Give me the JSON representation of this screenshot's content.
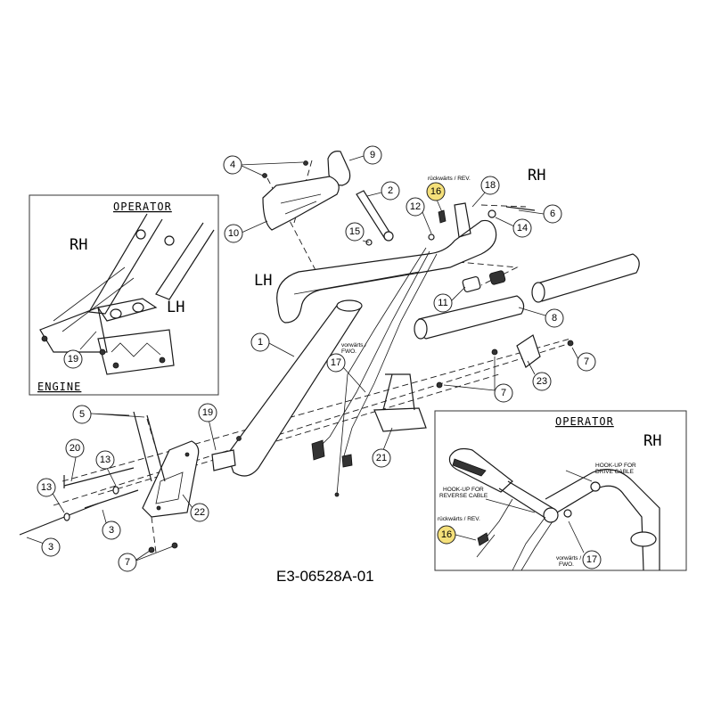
{
  "drawing": {
    "code": "E3-06528A-01",
    "side_rh": "RH",
    "side_lh": "LH",
    "inset_left": {
      "title": "OPERATOR",
      "rh": "RH",
      "lh": "LH",
      "engine": "ENGINE",
      "callout": "19"
    },
    "inset_right": {
      "title": "OPERATOR",
      "rh": "RH",
      "hookup_drive_1": "HOOK-UP FOR",
      "hookup_drive_2": "DRIVE CABLE",
      "hookup_reverse_1": "HOOK-UP FOR",
      "hookup_reverse_2": "REVERSE CABLE",
      "rev_label": "rückwärts / REV.",
      "fwd_label_1": "vorwärts /",
      "fwd_label_2": "FWO.",
      "callout_16": "16",
      "callout_17": "17"
    },
    "rev_label": "rückwärts / REV.",
    "fwd_label_1": "vorwärts /",
    "fwd_label_2": "FWO."
  },
  "callouts": [
    {
      "id": "c4",
      "label": "4",
      "highlight": false
    },
    {
      "id": "c9",
      "label": "9",
      "highlight": false
    },
    {
      "id": "c2",
      "label": "2",
      "highlight": false
    },
    {
      "id": "c16",
      "label": "16",
      "highlight": true
    },
    {
      "id": "c18",
      "label": "18",
      "highlight": false
    },
    {
      "id": "c12",
      "label": "12",
      "highlight": false
    },
    {
      "id": "c6",
      "label": "6",
      "highlight": false
    },
    {
      "id": "c14",
      "label": "14",
      "highlight": false
    },
    {
      "id": "c10",
      "label": "10",
      "highlight": false
    },
    {
      "id": "c15",
      "label": "15",
      "highlight": false
    },
    {
      "id": "c11",
      "label": "11",
      "highlight": false
    },
    {
      "id": "c8",
      "label": "8",
      "highlight": false
    },
    {
      "id": "c1",
      "label": "1",
      "highlight": false
    },
    {
      "id": "c17",
      "label": "17",
      "highlight": false
    },
    {
      "id": "c7a",
      "label": "7",
      "highlight": false
    },
    {
      "id": "c23",
      "label": "23",
      "highlight": false
    },
    {
      "id": "c7b",
      "label": "7",
      "highlight": false
    },
    {
      "id": "c5",
      "label": "5",
      "highlight": false
    },
    {
      "id": "c19",
      "label": "19",
      "highlight": false
    },
    {
      "id": "c20",
      "label": "20",
      "highlight": false
    },
    {
      "id": "c13a",
      "label": "13",
      "highlight": false
    },
    {
      "id": "c13b",
      "label": "13",
      "highlight": false
    },
    {
      "id": "c21",
      "label": "21",
      "highlight": false
    },
    {
      "id": "c22",
      "label": "22",
      "highlight": false
    },
    {
      "id": "c3a",
      "label": "3",
      "highlight": false
    },
    {
      "id": "c3b",
      "label": "3",
      "highlight": false
    },
    {
      "id": "c7c",
      "label": "7",
      "highlight": false
    }
  ]
}
